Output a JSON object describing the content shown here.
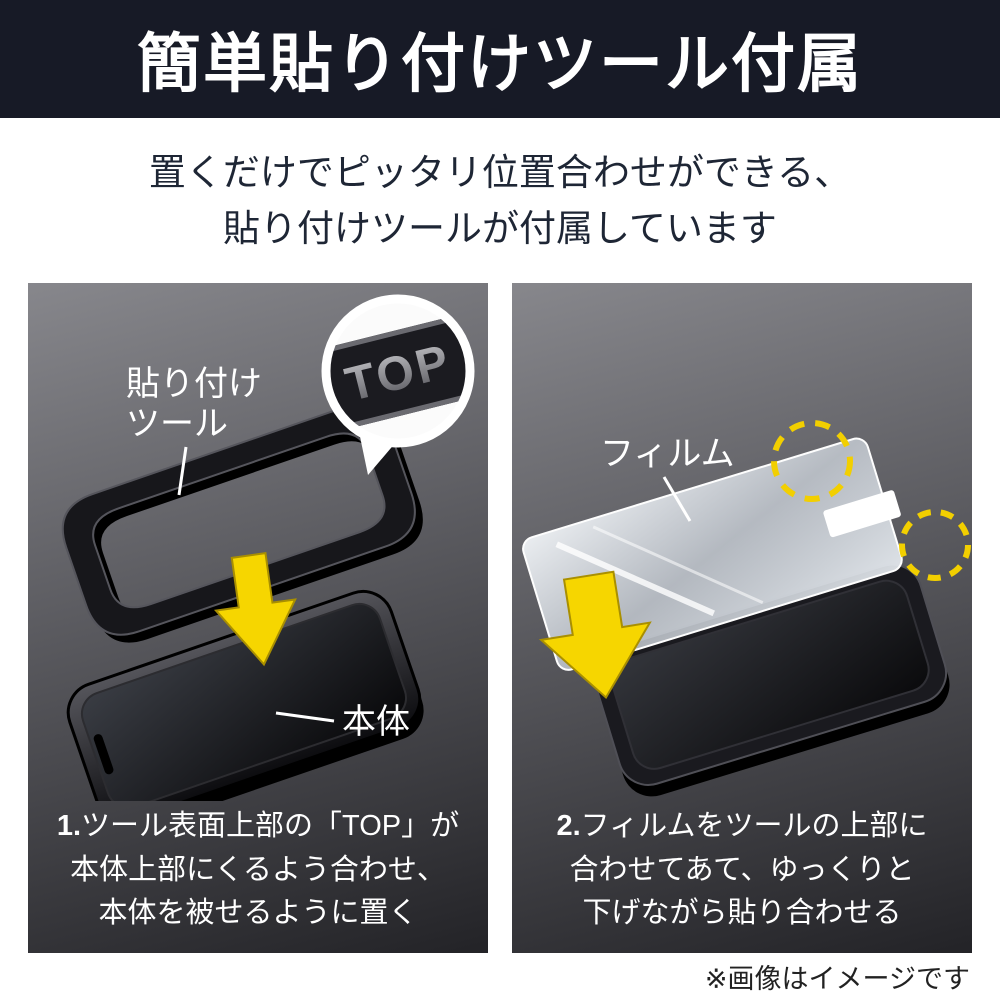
{
  "header": {
    "title": "簡単貼り付けツール付属"
  },
  "subtitle": {
    "line1": "置くだけでピッタリ位置合わせができる、",
    "line2": "貼り付けツールが付属しています"
  },
  "panels": {
    "left": {
      "labels": {
        "tool_line1": "貼り付け",
        "tool_line2": "ツール",
        "magnifier": "TOP",
        "body": "本体"
      },
      "caption": {
        "number": "1.",
        "lines": [
          "ツール表面上部の「TOP」が",
          "本体上部にくるよう合わせ、",
          "本体を被せるように置く"
        ]
      }
    },
    "right": {
      "labels": {
        "film": "フィルム"
      },
      "caption": {
        "number": "2.",
        "lines": [
          "フィルムをツールの上部に",
          "合わせてあて、ゆっくりと",
          "下げながら貼り合わせる"
        ]
      }
    }
  },
  "footnote": "※画像はイメージです",
  "colors": {
    "header_bg": "#171a26",
    "accent_yellow": "#f6d600",
    "panel_top": "#87878c",
    "panel_bottom": "#232327",
    "text_dark": "#1e2635"
  }
}
